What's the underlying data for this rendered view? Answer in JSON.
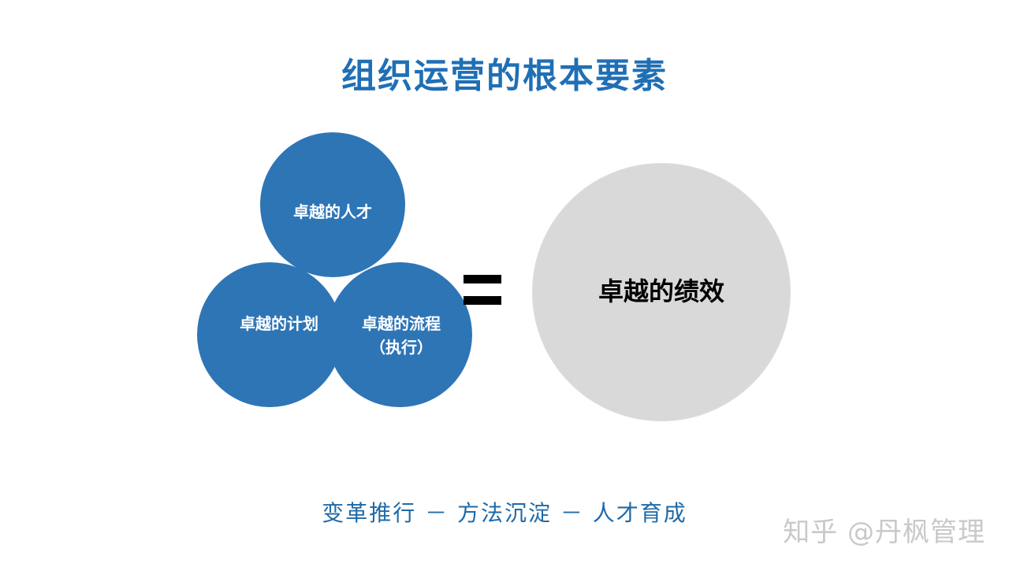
{
  "title": "组织运营的根本要素",
  "circles": {
    "talent": "卓越的人才",
    "plan": "卓越的计划",
    "process_line1": "卓越的流程",
    "process_line2": "（执行）"
  },
  "result": "卓越的绩效",
  "bottom_text": "变革推行 － 方法沉淀 － 人才育成",
  "watermark": "知乎 @丹枫管理",
  "colors": {
    "blue": "#2e75b6",
    "title": "#1f6fb5",
    "gray": "#d9d9d9"
  }
}
